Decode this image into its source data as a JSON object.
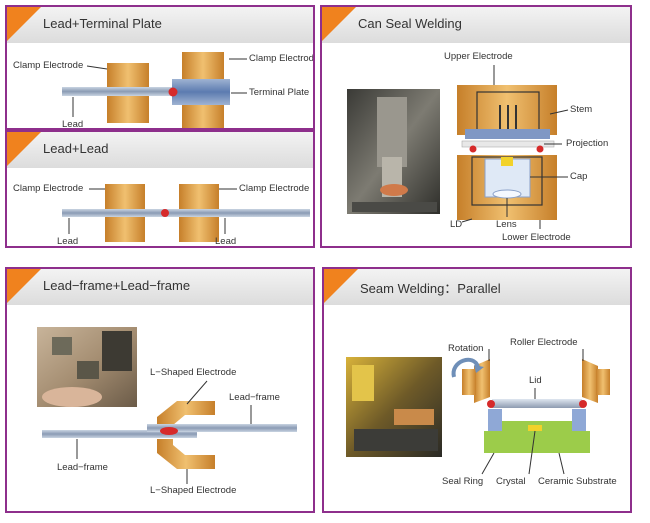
{
  "panels": {
    "lead_terminal": {
      "title": "Lead+Terminal Plate",
      "labels": {
        "clamp_left": "Clamp Electrode",
        "clamp_right": "Clamp Electrode",
        "terminal_plate": "Terminal Plate",
        "lead": "Lead"
      }
    },
    "lead_lead": {
      "title": "Lead+Lead",
      "labels": {
        "clamp_left": "Clamp Electrode",
        "clamp_right": "Clamp Electrode",
        "lead_left": "Lead",
        "lead_right": "Lead"
      }
    },
    "can_seal": {
      "title": "Can Seal Welding",
      "labels": {
        "upper_electrode": "Upper Electrode",
        "stem": "Stem",
        "projection": "Projection",
        "cap": "Cap",
        "ld": "LD",
        "lens": "Lens",
        "lower_electrode": "Lower Electrode"
      }
    },
    "leadframe": {
      "title": "Lead−frame+Lead−frame",
      "labels": {
        "l_electrode_top": "L−Shaped Electrode",
        "leadframe_right": "Lead−frame",
        "leadframe_left": "Lead−frame",
        "l_electrode_bottom": "L−Shaped Electrode"
      }
    },
    "seam": {
      "title": "Seam Welding：Parallel",
      "labels": {
        "rotation": "Rotation",
        "roller_electrode": "Roller Electrode",
        "lid": "Lid",
        "seal_ring": "Seal Ring",
        "crystal": "Crystal",
        "ceramic_substrate": "Ceramic Substrate"
      }
    }
  },
  "colors": {
    "border": "#8e2f8c",
    "accent": "#f0821e",
    "electrode": "#d99a3c",
    "lead": "#9fb0c7",
    "weld": "#d62a2a",
    "substrate": "#9ccc4a"
  }
}
